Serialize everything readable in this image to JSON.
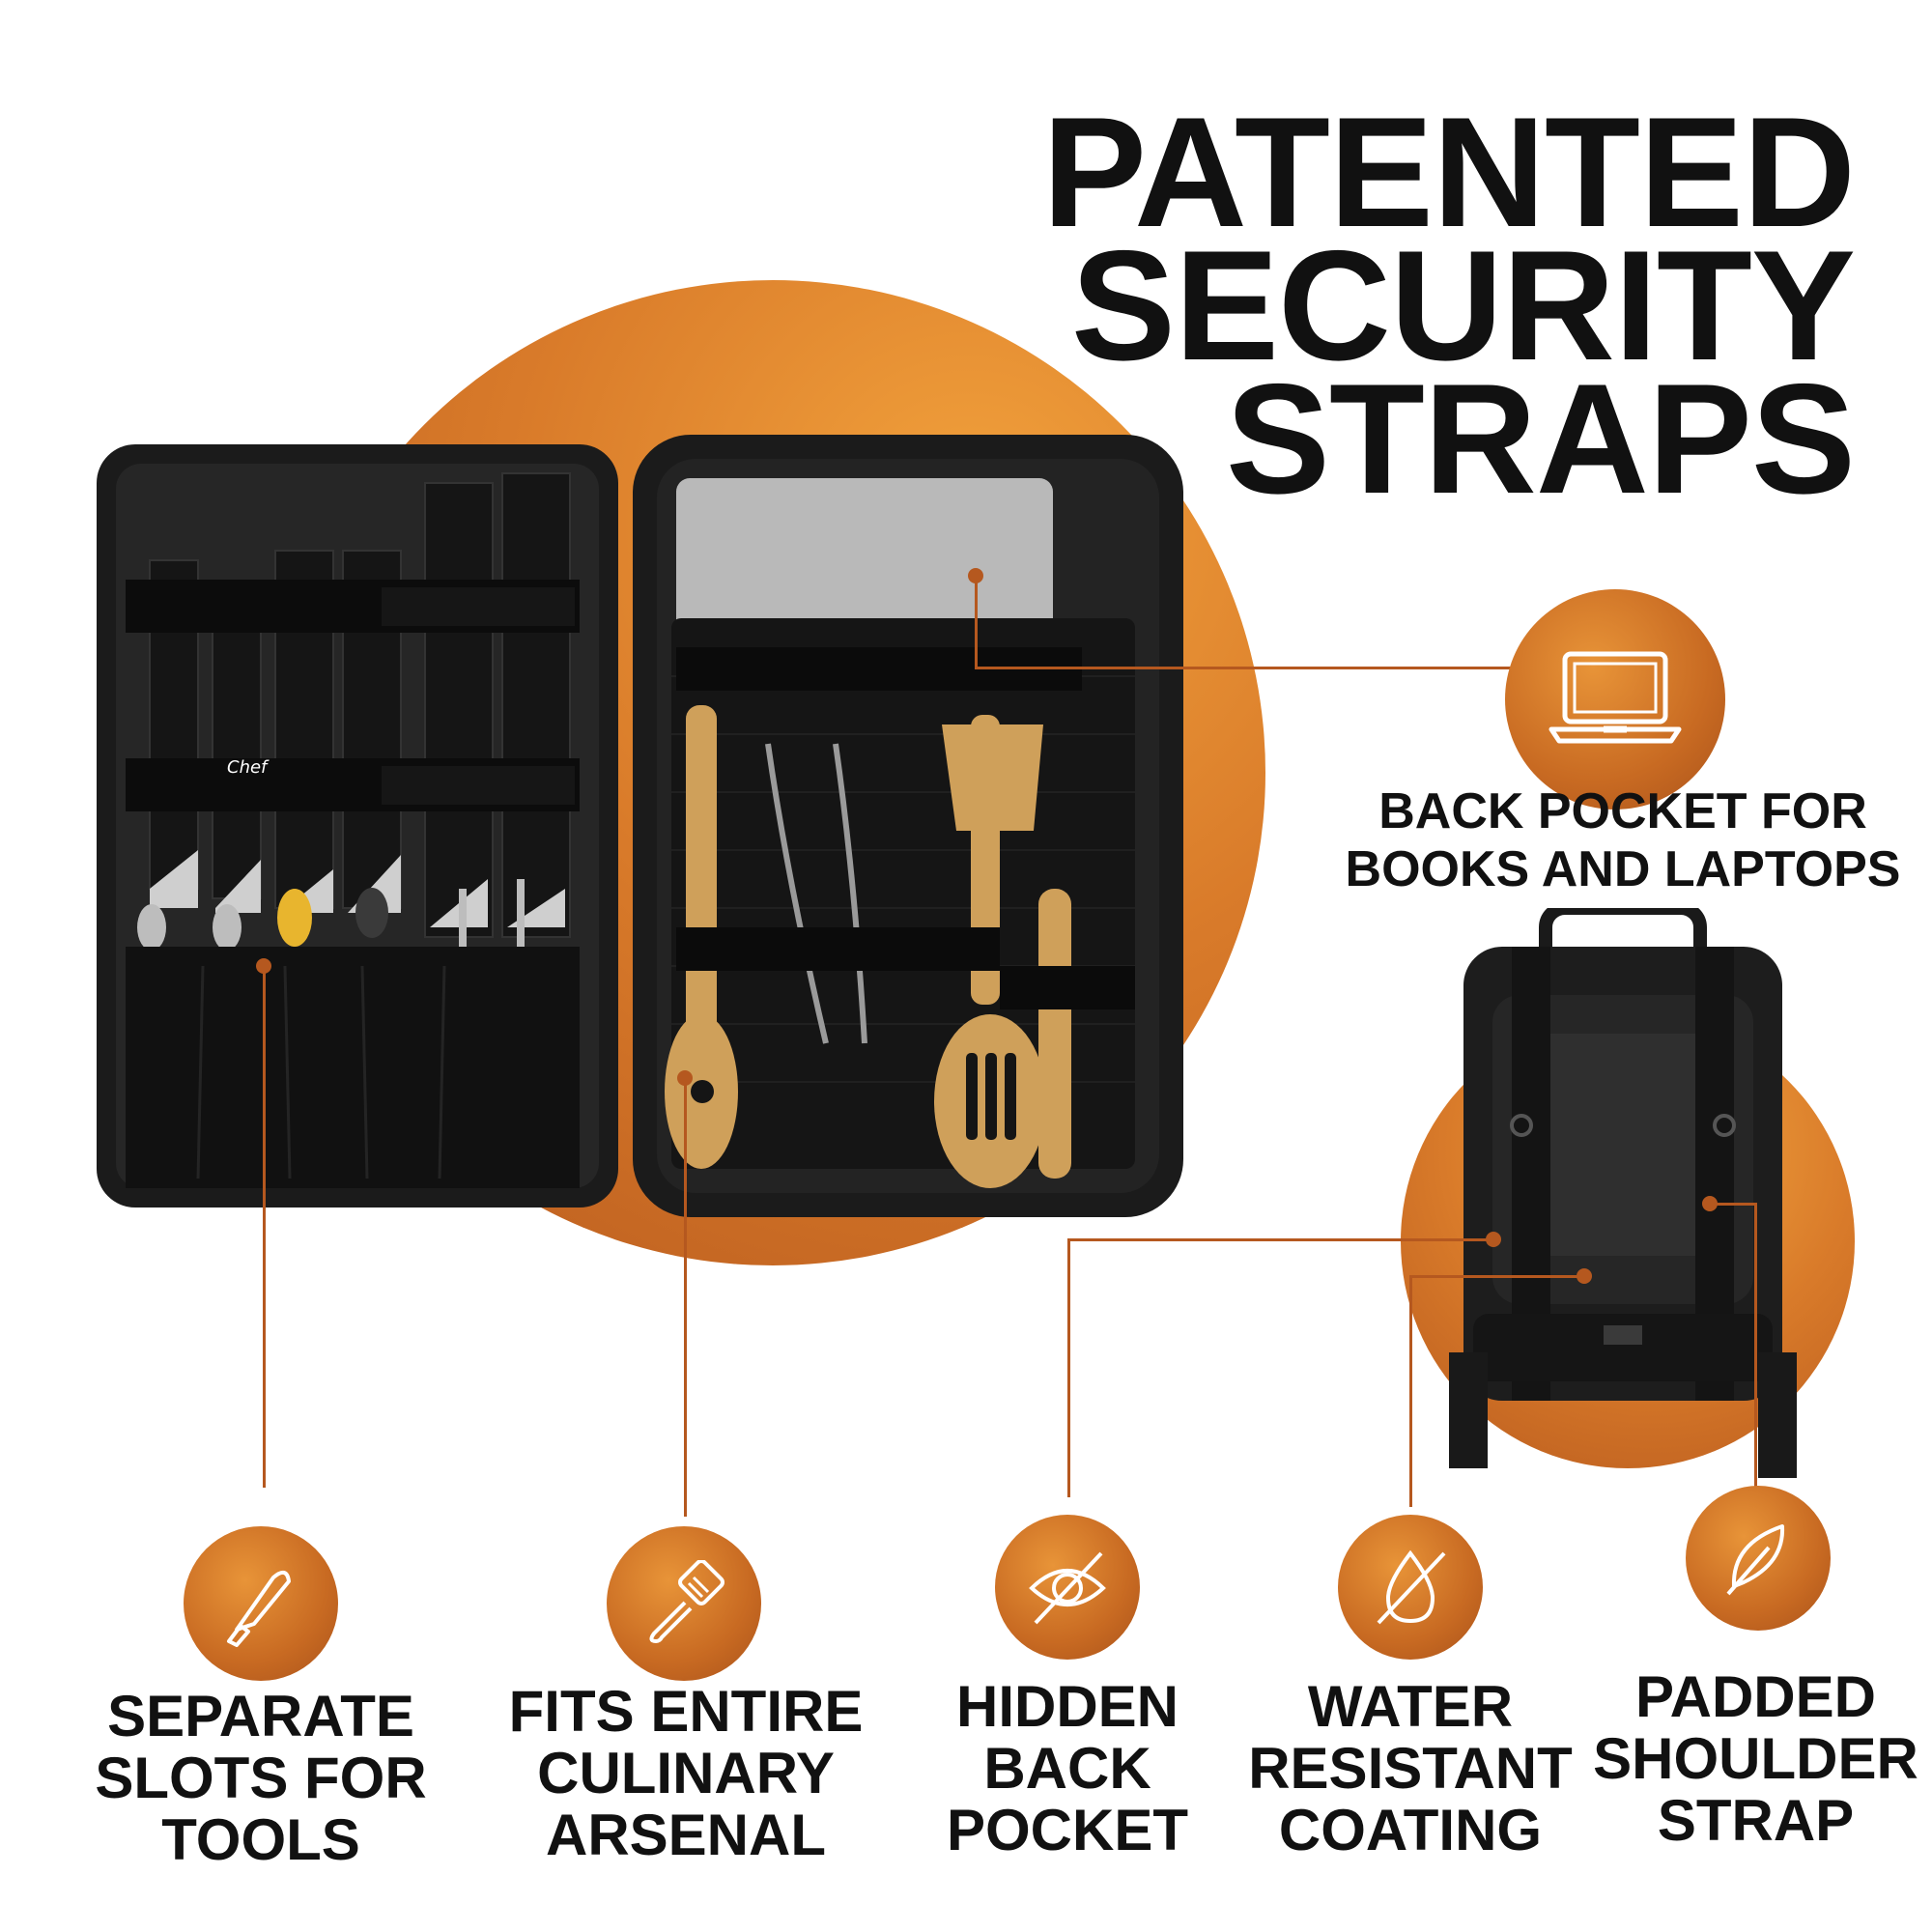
{
  "headline": {
    "lines": [
      "PATENTED",
      "SECURITY",
      "STRAPS"
    ]
  },
  "features": {
    "back_pocket": {
      "lines": [
        "BACK POCKET FOR",
        "BOOKS AND LAPTOPS"
      ],
      "icon": "laptop-icon"
    },
    "separate_slots": {
      "lines": [
        "SEPARATE",
        "SLOTS FOR",
        "TOOLS"
      ],
      "icon": "knife-icon"
    },
    "culinary_arsenal": {
      "lines": [
        "FITS ENTIRE",
        "CULINARY",
        "ARSENAL"
      ],
      "icon": "spatula-icon"
    },
    "hidden_pocket": {
      "lines": [
        "HIDDEN",
        "BACK",
        "POCKET"
      ],
      "icon": "eye-off-icon"
    },
    "water_resistant": {
      "lines": [
        "WATER",
        "RESISTANT",
        "COATING"
      ],
      "icon": "droplet-off-icon"
    },
    "padded_strap": {
      "lines": [
        "PADDED",
        "SHOULDER",
        "STRAP"
      ],
      "icon": "feather-icon"
    }
  },
  "product": {
    "knife_brand_text": "Chef"
  },
  "colors": {
    "accent": "#c86a22",
    "accent_light": "#f2a23c",
    "text": "#111111"
  }
}
